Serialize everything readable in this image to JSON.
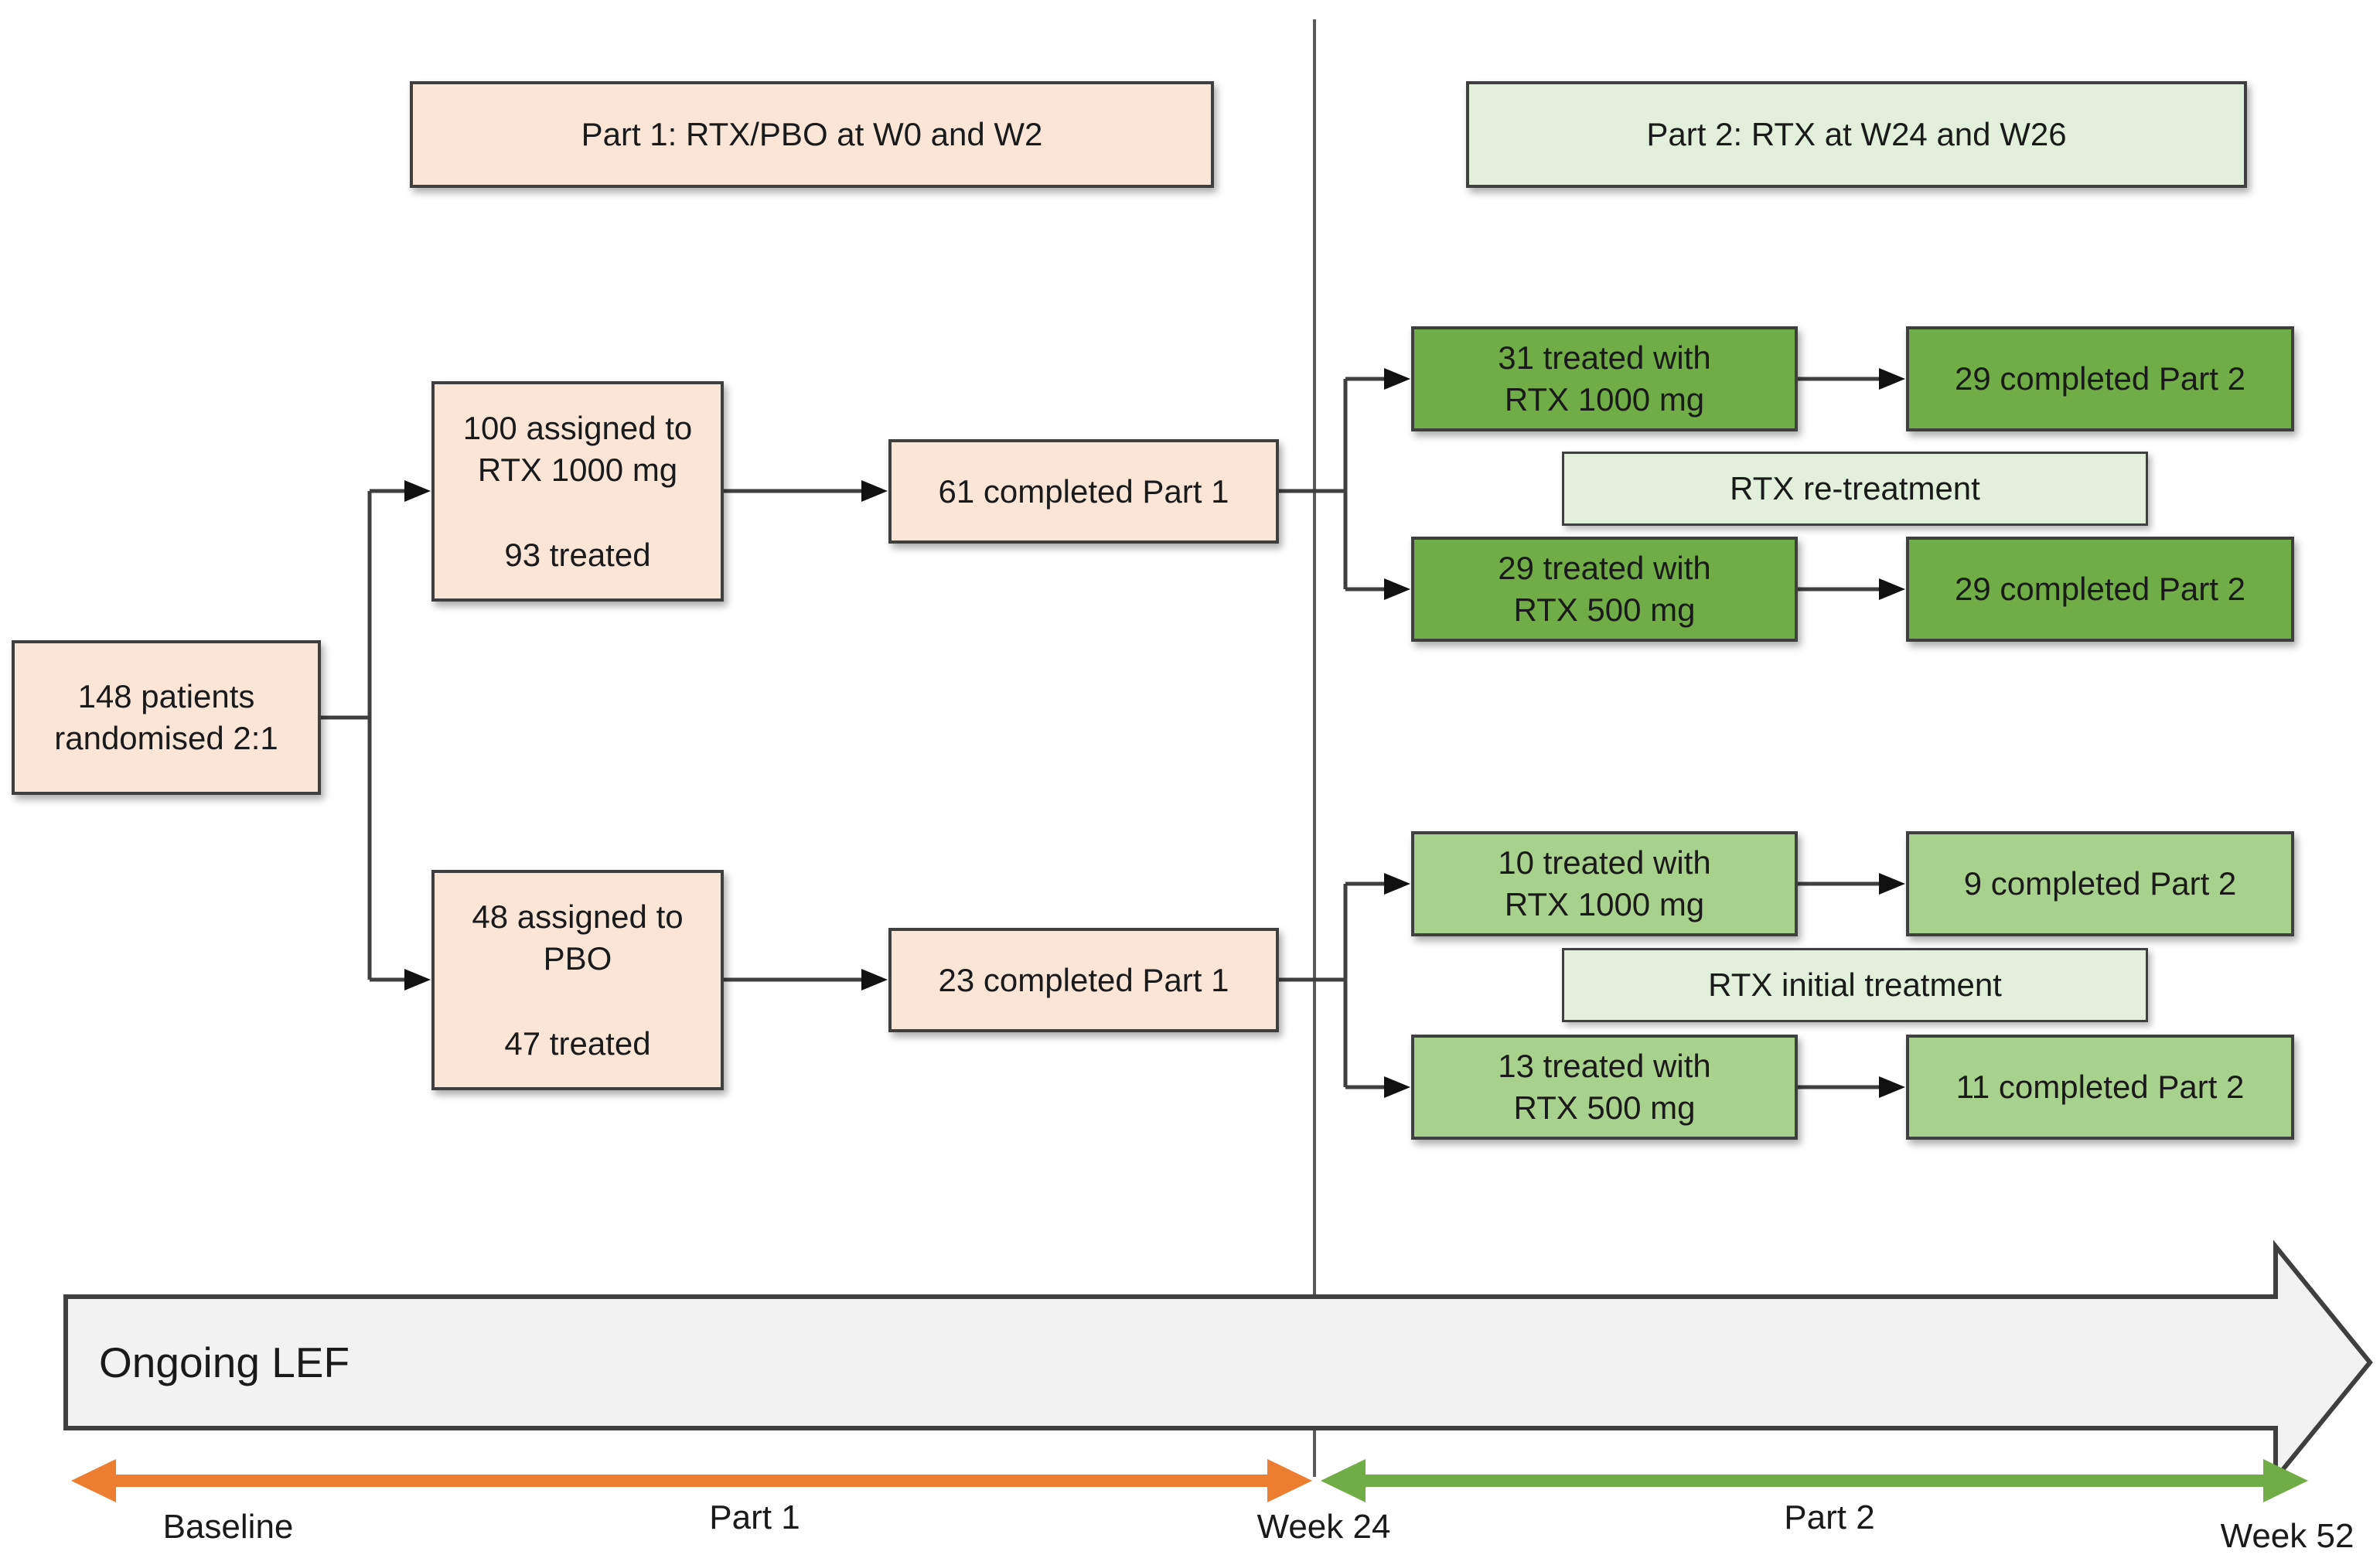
{
  "headers": {
    "part1": "Part 1: RTX/PBO at W0 and W2",
    "part2": "Part 2: RTX at W24 and W26"
  },
  "part1_flow": {
    "randomised": {
      "line1": "148 patients",
      "line2": "randomised 2:1"
    },
    "rtx_arm": {
      "assigned_line1": "100 assigned to",
      "assigned_line2": "RTX 1000 mg",
      "treated": "93 treated"
    },
    "pbo_arm": {
      "assigned_line1": "48 assigned to",
      "assigned_line2": "PBO",
      "treated": "47 treated"
    },
    "rtx_completed": "61 completed Part 1",
    "pbo_completed": "23 completed Part 1"
  },
  "part2_flow": {
    "retreatment": {
      "label": "RTX re-treatment",
      "rtx1000": {
        "treated_line1": "31 treated with",
        "treated_line2": "RTX 1000 mg",
        "completed": "29 completed Part 2"
      },
      "rtx500": {
        "treated_line1": "29 treated with",
        "treated_line2": "RTX 500 mg",
        "completed": "29 completed Part 2"
      }
    },
    "initial": {
      "label": "RTX initial treatment",
      "rtx1000": {
        "treated_line1": "10 treated with",
        "treated_line2": "RTX 1000 mg",
        "completed": "9 completed Part 2"
      },
      "rtx500": {
        "treated_line1": "13 treated with",
        "treated_line2": "RTX 500 mg",
        "completed": "11 completed Part 2"
      }
    }
  },
  "timeline": {
    "ongoing": "Ongoing LEF",
    "baseline": "Baseline",
    "part1": "Part 1",
    "week24": "Week 24",
    "part2": "Part 2",
    "week52": "Week 52"
  },
  "colors": {
    "peach": "#FBE5D6",
    "pale_green": "#E2EFDA",
    "mid_green": "#70AD47",
    "light_green": "#A9D18E",
    "gray_arrow_fill": "#F2F2F2",
    "orange_accent": "#ED7D31",
    "green_accent": "#70AD47",
    "outline": "#3F3F3F"
  }
}
